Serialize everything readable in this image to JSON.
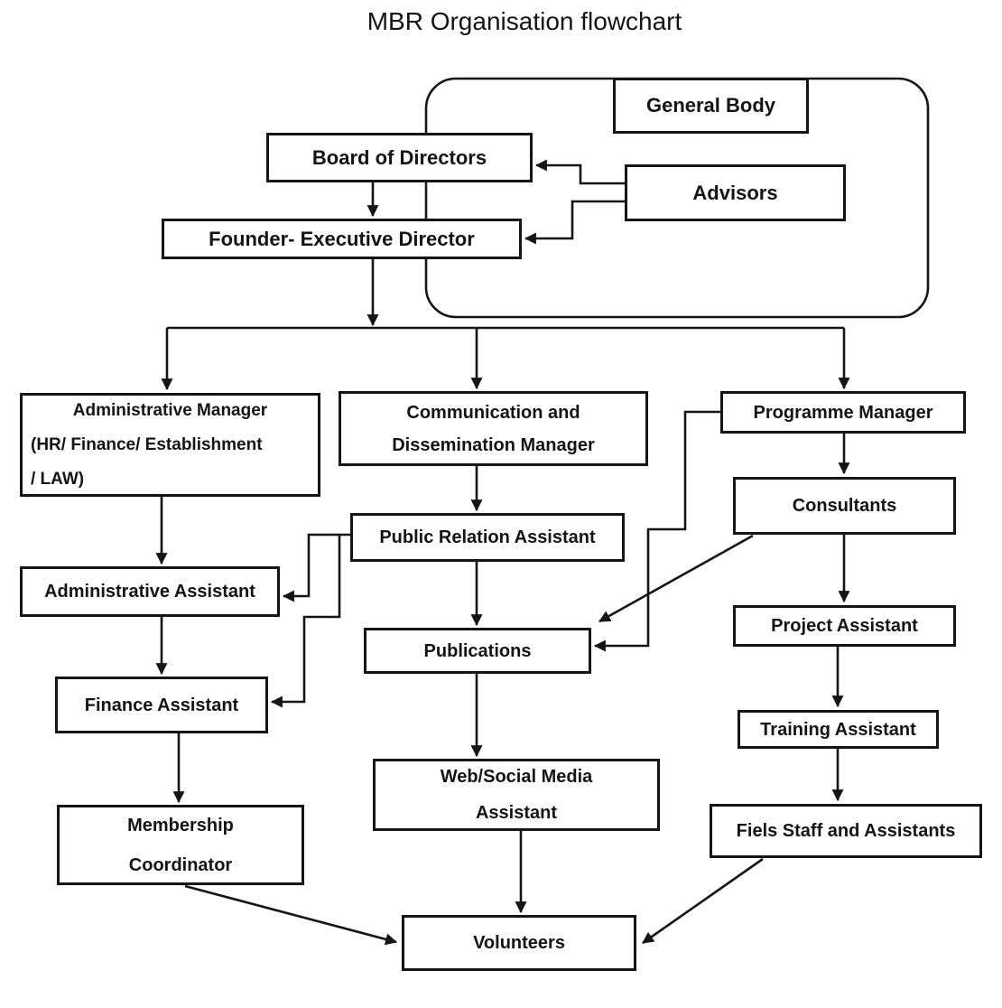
{
  "title": "MBR Organisation flowchart",
  "colors": {
    "line": "#151515",
    "box_border": "#151515",
    "background": "#ffffff",
    "text": "#141414"
  },
  "nodes": {
    "general_body": {
      "label": "General Body"
    },
    "board": {
      "label": "Board of Directors"
    },
    "advisors": {
      "label": "Advisors"
    },
    "founder": {
      "label": "Founder- Executive Director"
    },
    "admin_manager": {
      "lines": [
        "Administrative Manager",
        "(HR/ Finance/ Establishment",
        "/ LAW)"
      ]
    },
    "comm_manager": {
      "lines": [
        "Communication and",
        "Dissemination Manager"
      ]
    },
    "programme_manager": {
      "label": "Programme Manager"
    },
    "admin_assistant": {
      "label": "Administrative Assistant"
    },
    "public_relation_assistant": {
      "label": "Public Relation Assistant"
    },
    "consultants": {
      "label": "Consultants"
    },
    "finance_assistant": {
      "label": "Finance Assistant"
    },
    "publications": {
      "label": "Publications"
    },
    "project_assistant": {
      "label": "Project Assistant"
    },
    "membership_coordinator": {
      "lines": [
        "Membership",
        "Coordinator"
      ]
    },
    "training_assistant": {
      "label": "Training Assistant"
    },
    "web_social_media": {
      "lines": [
        "Web/Social Media",
        "Assistant"
      ]
    },
    "fiels_staff": {
      "label": "Fiels Staff and Assistants"
    },
    "volunteers": {
      "label": "Volunteers"
    }
  },
  "edges": [
    {
      "from": "board",
      "to": "founder"
    },
    {
      "from": "advisors",
      "to": "board"
    },
    {
      "from": "advisors",
      "to": "founder"
    },
    {
      "from": "founder",
      "to": "admin_manager"
    },
    {
      "from": "founder",
      "to": "comm_manager"
    },
    {
      "from": "founder",
      "to": "programme_manager"
    },
    {
      "from": "admin_manager",
      "to": "admin_assistant"
    },
    {
      "from": "admin_assistant",
      "to": "finance_assistant"
    },
    {
      "from": "finance_assistant",
      "to": "membership_coordinator"
    },
    {
      "from": "comm_manager",
      "to": "public_relation_assistant"
    },
    {
      "from": "public_relation_assistant",
      "to": "admin_assistant"
    },
    {
      "from": "public_relation_assistant",
      "to": "finance_assistant"
    },
    {
      "from": "public_relation_assistant",
      "to": "publications"
    },
    {
      "from": "programme_manager",
      "to": "consultants"
    },
    {
      "from": "programme_manager",
      "to": "publications"
    },
    {
      "from": "consultants",
      "to": "publications"
    },
    {
      "from": "consultants",
      "to": "project_assistant"
    },
    {
      "from": "project_assistant",
      "to": "training_assistant"
    },
    {
      "from": "training_assistant",
      "to": "fiels_staff"
    },
    {
      "from": "publications",
      "to": "web_social_media"
    },
    {
      "from": "web_social_media",
      "to": "volunteers"
    },
    {
      "from": "membership_coordinator",
      "to": "volunteers"
    },
    {
      "from": "fiels_staff",
      "to": "volunteers"
    }
  ]
}
